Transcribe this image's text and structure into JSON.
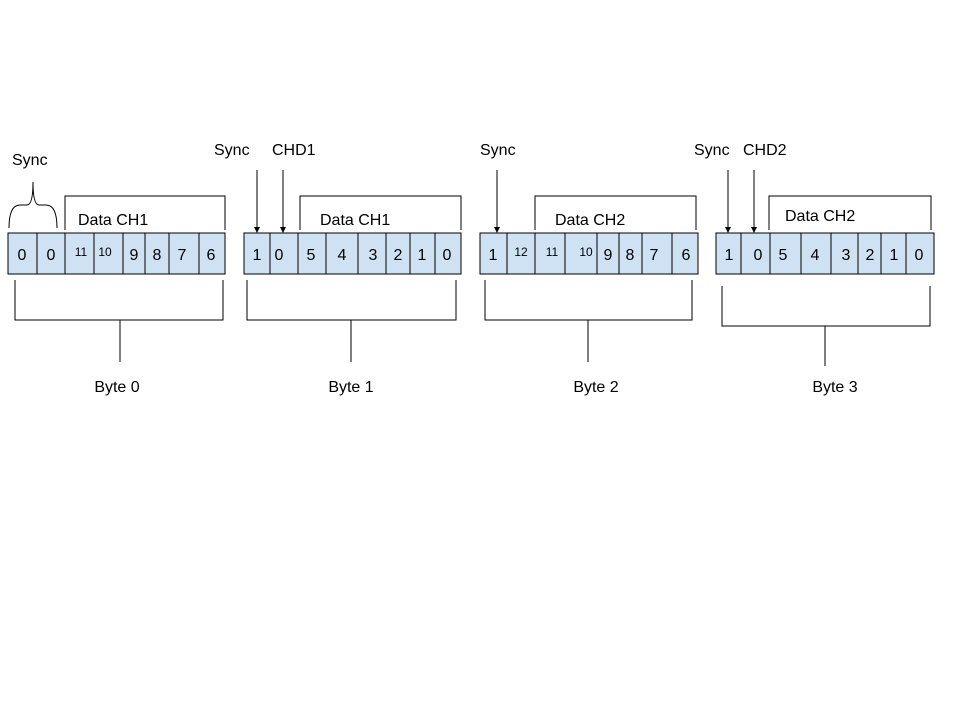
{
  "bytes": [
    {
      "name": "Byte 0",
      "cells": [
        "0",
        "0",
        "11",
        "10",
        "9",
        "8",
        "7",
        "6"
      ],
      "field": "Data CH1",
      "sync_label": "Sync",
      "flag_label": ""
    },
    {
      "name": "Byte 1",
      "cells": [
        "1",
        "0",
        "5",
        "4",
        "3",
        "2",
        "1",
        "0"
      ],
      "field": "Data CH1",
      "sync_label": "Sync",
      "flag_label": "CHD1"
    },
    {
      "name": "Byte 2",
      "cells": [
        "1",
        "12",
        "11",
        "10",
        "9",
        "8",
        "7",
        "6"
      ],
      "field": "Data CH2",
      "sync_label": "Sync",
      "flag_label": ""
    },
    {
      "name": "Byte 3",
      "cells": [
        "1",
        "0",
        "5",
        "4",
        "3",
        "2",
        "1",
        "0"
      ],
      "field": "Data CH2",
      "sync_label": "Sync",
      "flag_label": "CHD2"
    }
  ],
  "colors": {
    "cell_fill": "#cfe2f3",
    "stroke": "#000000"
  }
}
